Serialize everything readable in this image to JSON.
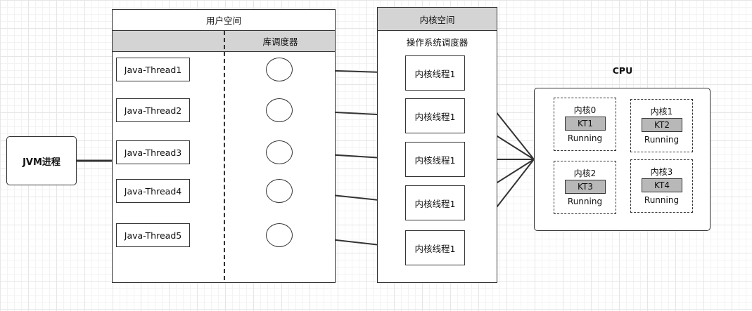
{
  "jvm": {
    "label": "JVM进程"
  },
  "user_space": {
    "title": "用户空间",
    "scheduler": "库调度器",
    "threads": [
      "Java-Thread1",
      "Java-Thread2",
      "Java-Thread3",
      "Java-Thread4",
      "Java-Thread5"
    ]
  },
  "kernel_space": {
    "title": "内核空间",
    "scheduler": "操作系统调度器",
    "threads": [
      "内核线程1",
      "内核线程1",
      "内核线程1",
      "内核线程1",
      "内核线程1"
    ]
  },
  "cpu": {
    "title": "CPU",
    "cores": [
      {
        "name": "内核0",
        "kt": "KT1",
        "state": "Running"
      },
      {
        "name": "内核1",
        "kt": "KT2",
        "state": "Running"
      },
      {
        "name": "内核2",
        "kt": "KT3",
        "state": "Running"
      },
      {
        "name": "内核3",
        "kt": "KT4",
        "state": "Running"
      }
    ]
  }
}
